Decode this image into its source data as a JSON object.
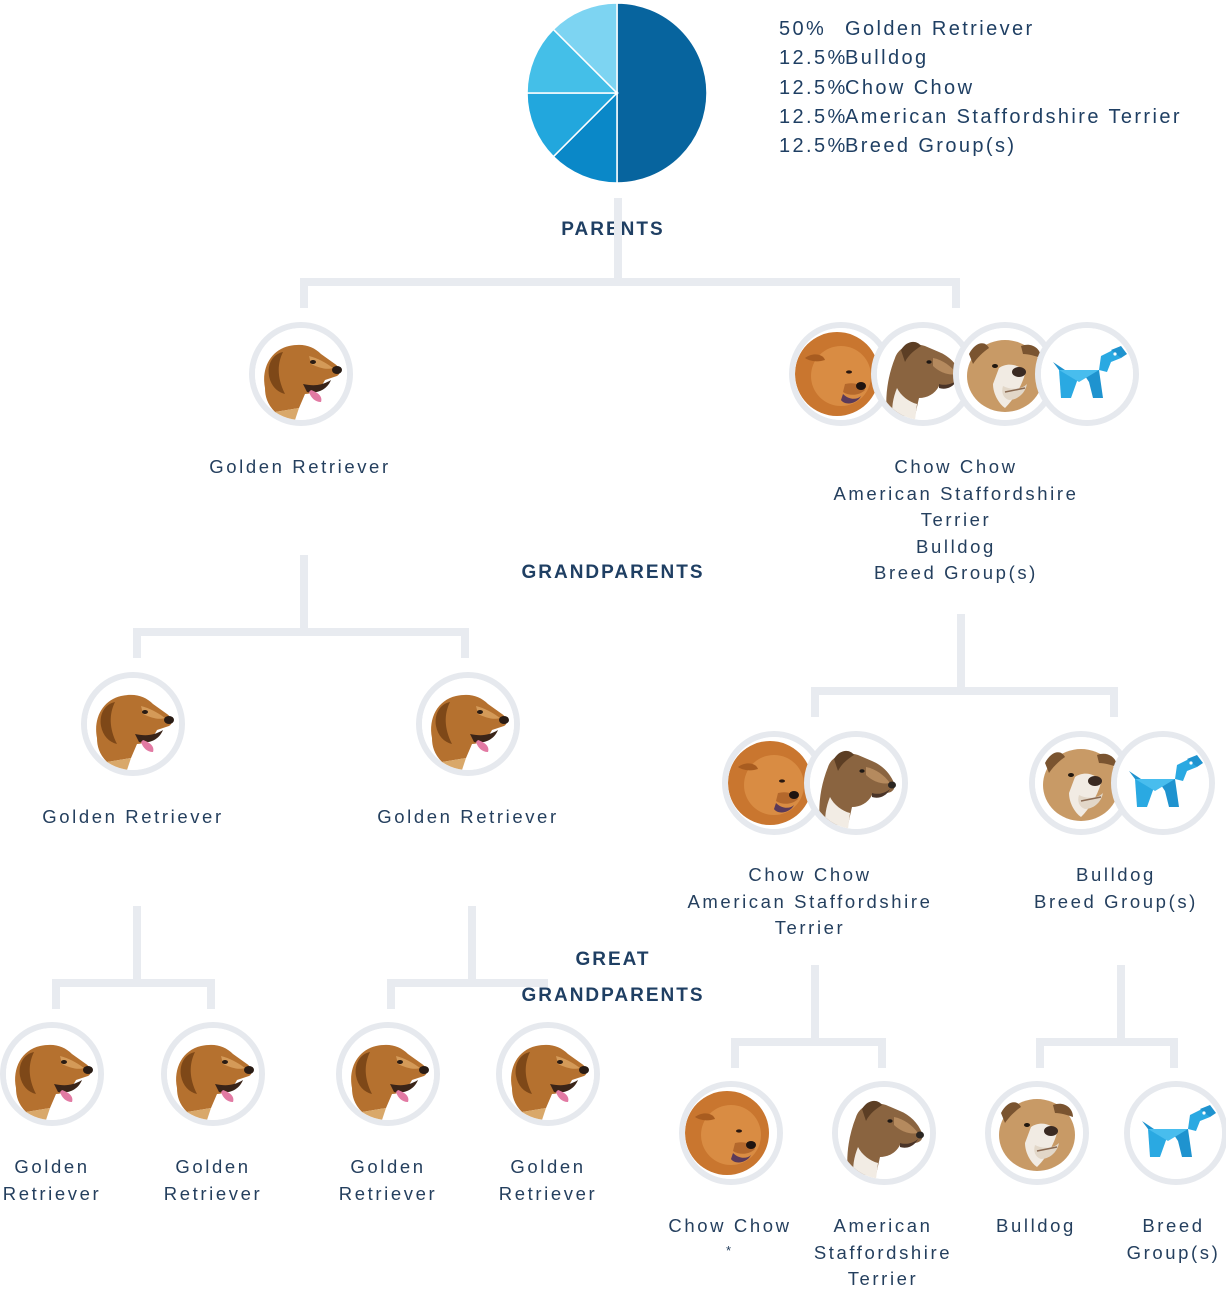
{
  "legend": [
    {
      "pct": "50%",
      "breed": "Golden Retriever"
    },
    {
      "pct": "12.5%",
      "breed": "Bulldog"
    },
    {
      "pct": "12.5%",
      "breed": "Chow Chow"
    },
    {
      "pct": "12.5%",
      "breed": "American Staffordshire Terrier"
    },
    {
      "pct": "12.5%",
      "breed": "Breed Group(s)"
    }
  ],
  "chart_data": {
    "type": "pie",
    "categories": [
      "Golden Retriever",
      "Bulldog",
      "Chow Chow",
      "American Staffordshire Terrier",
      "Breed Group(s)"
    ],
    "values": [
      50,
      12.5,
      12.5,
      12.5,
      12.5
    ],
    "colors": [
      "#07649e",
      "#0a88c8",
      "#22a7dd",
      "#44bfe8",
      "#7dd4f2"
    ]
  },
  "headings": {
    "parents": "PARENTS",
    "grandparents": "GRANDPARENTS",
    "great_1": "GREAT",
    "great_2": "GRANDPARENTS"
  },
  "parents": {
    "left": [
      "Golden Retriever"
    ],
    "right": [
      "Chow Chow",
      "American Staffordshire",
      "Terrier",
      "Bulldog",
      "Breed Group(s)"
    ]
  },
  "grandparents": {
    "gp1": [
      "Golden Retriever"
    ],
    "gp2": [
      "Golden Retriever"
    ],
    "gp3": [
      "Chow Chow",
      "American Staffordshire",
      "Terrier"
    ],
    "gp4": [
      "Bulldog",
      "Breed Group(s)"
    ]
  },
  "great_grandparents": {
    "g1": [
      "Golden",
      "Retriever"
    ],
    "g2": [
      "Golden",
      "Retriever"
    ],
    "g3": [
      "Golden",
      "Retriever"
    ],
    "g4": [
      "Golden",
      "Retriever"
    ],
    "g5": [
      "Chow Chow"
    ],
    "g5_mark": "*",
    "g6": [
      "American",
      "Staffordshire",
      "Terrier"
    ],
    "g7": [
      "Bulldog"
    ],
    "g8": [
      "Breed",
      "Group(s)"
    ]
  },
  "icons": {
    "golden": "golden-retriever-icon",
    "chow": "chow-chow-icon",
    "amstaff": "american-staffordshire-terrier-icon",
    "bulldog": "bulldog-icon",
    "group": "breed-group-dog-icon"
  },
  "colors": {
    "heading": "#1f3f63",
    "text": "#243f5e",
    "connector": "#e8ebf0",
    "ring": "#e6e9ee",
    "group_icon": "#29a8e0"
  }
}
